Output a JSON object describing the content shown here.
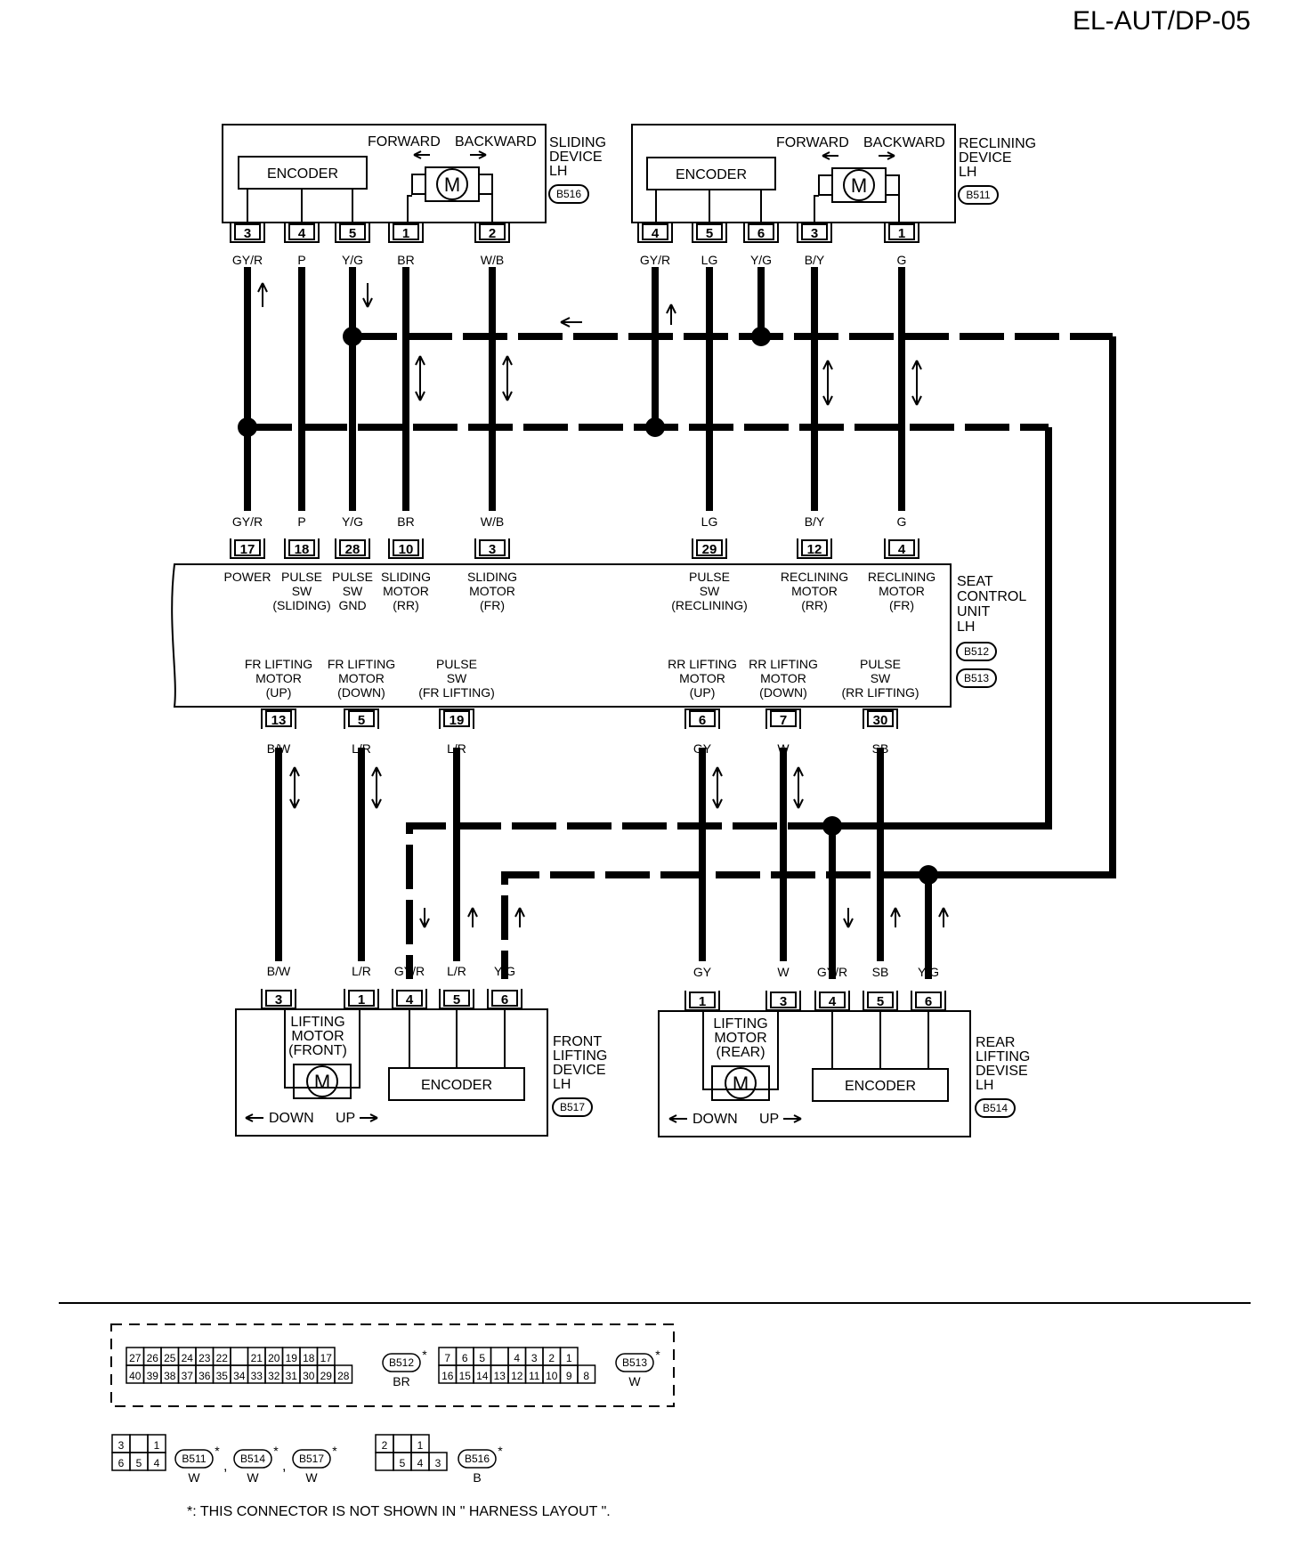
{
  "page_code": "EL-AUT/DP-05",
  "components": {
    "sliding": {
      "name": [
        "SLIDING",
        "DEVICE",
        "LH"
      ],
      "connector": "B516",
      "encoder": "ENCODER",
      "forward": "FORWARD",
      "backward": "BACKWARD",
      "motor": "M"
    },
    "reclining": {
      "name": [
        "RECLINING",
        "DEVICE",
        "LH"
      ],
      "connector": "B511",
      "encoder": "ENCODER",
      "forward": "FORWARD",
      "backward": "BACKWARD",
      "motor": "M"
    },
    "control_unit": {
      "name": [
        "SEAT",
        "CONTROL",
        "UNIT",
        "LH"
      ],
      "connectors": [
        "B512",
        "B513"
      ]
    },
    "front_lifting": {
      "name": [
        "FRONT",
        "LIFTING",
        "DEVICE",
        "LH"
      ],
      "connector": "B517",
      "motor_label": [
        "LIFTING",
        "MOTOR",
        "(FRONT)"
      ],
      "encoder": "ENCODER",
      "down": "DOWN",
      "up": "UP",
      "motor": "M"
    },
    "rear_lifting": {
      "name": [
        "REAR",
        "LIFTING",
        "DEVISE",
        "LH"
      ],
      "connector": "B514",
      "motor_label": [
        "LIFTING",
        "MOTOR",
        "(REAR)"
      ],
      "encoder": "ENCODER",
      "down": "DOWN",
      "up": "UP",
      "motor": "M"
    }
  },
  "sliding_pins": [
    {
      "pin": "3",
      "color": "GY/R"
    },
    {
      "pin": "4",
      "color": "P"
    },
    {
      "pin": "5",
      "color": "Y/G"
    },
    {
      "pin": "1",
      "color": "BR"
    },
    {
      "pin": "2",
      "color": "W/B"
    }
  ],
  "reclining_pins": [
    {
      "pin": "4",
      "color": "GY/R"
    },
    {
      "pin": "5",
      "color": "LG"
    },
    {
      "pin": "6",
      "color": "Y/G"
    },
    {
      "pin": "3",
      "color": "B/Y"
    },
    {
      "pin": "1",
      "color": "G"
    }
  ],
  "control_top_pins": [
    {
      "pin": "17",
      "color": "GY/R",
      "label": [
        "POWER",
        "",
        ""
      ]
    },
    {
      "pin": "18",
      "color": "P",
      "label": [
        "PULSE",
        "SW",
        "(SLIDING)"
      ]
    },
    {
      "pin": "28",
      "color": "Y/G",
      "label": [
        "PULSE",
        "SW",
        "GND"
      ]
    },
    {
      "pin": "10",
      "color": "BR",
      "label": [
        "SLIDING",
        "MOTOR",
        "(RR)"
      ]
    },
    {
      "pin": "3",
      "color": "W/B",
      "label": [
        "SLIDING",
        "MOTOR",
        "(FR)"
      ]
    },
    {
      "pin": "29",
      "color": "LG",
      "label": [
        "PULSE",
        "SW",
        "(RECLINING)"
      ]
    },
    {
      "pin": "12",
      "color": "B/Y",
      "label": [
        "RECLINING",
        "MOTOR",
        "(RR)"
      ]
    },
    {
      "pin": "4",
      "color": "G",
      "label": [
        "RECLINING",
        "MOTOR",
        "(FR)"
      ]
    }
  ],
  "control_bottom_pins": [
    {
      "pin": "13",
      "color": "B/W",
      "label": [
        "FR LIFTING",
        "MOTOR",
        "(UP)"
      ]
    },
    {
      "pin": "5",
      "color": "L/R",
      "label": [
        "FR LIFTING",
        "MOTOR",
        "(DOWN)"
      ]
    },
    {
      "pin": "19",
      "color": "L/R",
      "label": [
        "PULSE",
        "SW",
        "(FR LIFTING)"
      ]
    },
    {
      "pin": "6",
      "color": "GY",
      "label": [
        "RR LIFTING",
        "MOTOR",
        "(UP)"
      ]
    },
    {
      "pin": "7",
      "color": "W",
      "label": [
        "RR LIFTING",
        "MOTOR",
        "(DOWN)"
      ]
    },
    {
      "pin": "30",
      "color": "SB",
      "label": [
        "PULSE",
        "SW",
        "(RR LIFTING)"
      ]
    }
  ],
  "front_lifting_pins": [
    {
      "pin": "3",
      "color": "B/W"
    },
    {
      "pin": "1",
      "color": "L/R"
    },
    {
      "pin": "4",
      "color": "GY/R"
    },
    {
      "pin": "5",
      "color": "L/R"
    },
    {
      "pin": "6",
      "color": "Y/G"
    }
  ],
  "rear_lifting_pins": [
    {
      "pin": "1",
      "color": "GY"
    },
    {
      "pin": "3",
      "color": "W"
    },
    {
      "pin": "4",
      "color": "GY/R"
    },
    {
      "pin": "5",
      "color": "SB"
    },
    {
      "pin": "6",
      "color": "Y/G"
    }
  ],
  "connector_views": {
    "b512": {
      "id": "B512",
      "color": "BR",
      "row1": [
        "27",
        "26",
        "25",
        "24",
        "23",
        "22",
        "",
        "21",
        "20",
        "19",
        "18",
        "17"
      ],
      "row2": [
        "40",
        "39",
        "38",
        "37",
        "36",
        "35",
        "34",
        "33",
        "32",
        "31",
        "30",
        "29",
        "28"
      ]
    },
    "b513": {
      "id": "B513",
      "color": "W",
      "row1": [
        "7",
        "6",
        "5",
        "",
        "4",
        "3",
        "2",
        "1"
      ],
      "row2": [
        "16",
        "15",
        "14",
        "13",
        "12",
        "11",
        "10",
        "9",
        "8"
      ]
    },
    "small_a": {
      "ids": [
        "B511",
        "B514",
        "B517"
      ],
      "colors": [
        "W",
        "W",
        "W"
      ],
      "row1": [
        "3",
        "",
        "1"
      ],
      "row2": [
        "6",
        "5",
        "4"
      ]
    },
    "small_b": {
      "id": "B516",
      "color": "B",
      "row1": [
        "2",
        "",
        "1"
      ],
      "row2": [
        "",
        "5",
        "4",
        "3"
      ]
    }
  },
  "star": "*",
  "comma": ",",
  "footnote": "*: THIS CONNECTOR IS NOT SHOWN IN \" HARNESS LAYOUT \"."
}
